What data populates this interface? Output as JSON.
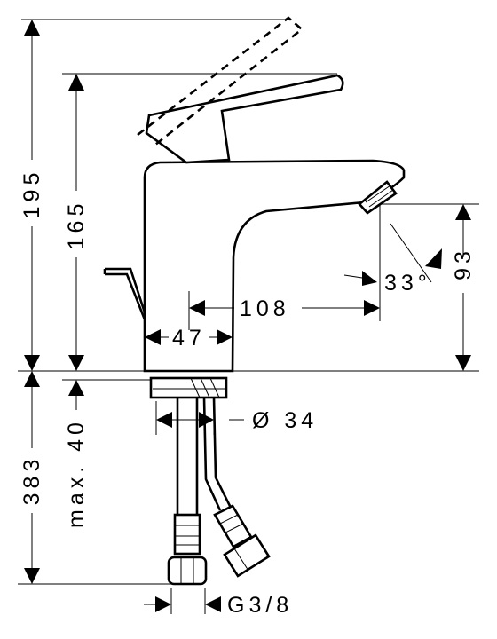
{
  "dimensions": {
    "total_height": "195",
    "spout_height": "165",
    "aerator_height": "93",
    "spout_angle": "33°",
    "spout_reach": "108",
    "base_width": "47",
    "hole_diameter": "Ø 34",
    "max_thickness": "max. 40",
    "hose_length": "383",
    "thread": "G3/8"
  }
}
